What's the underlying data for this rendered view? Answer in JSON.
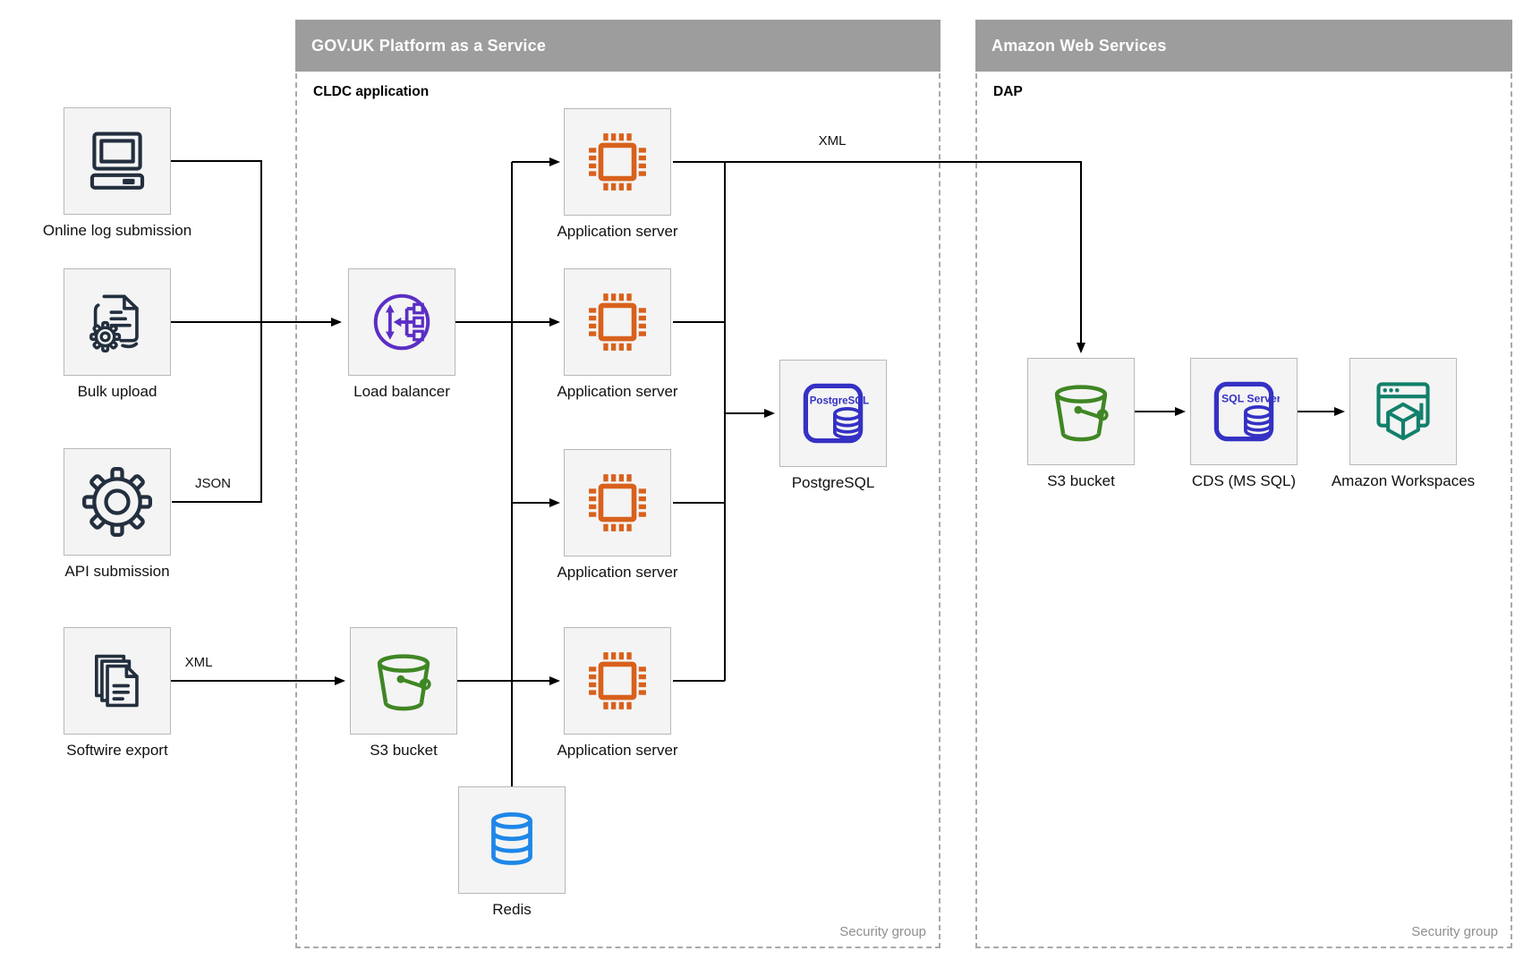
{
  "containers": {
    "paas": {
      "title": "GOV.UK Platform as a Service",
      "sublabel": "CLDC application",
      "footer": "Security group"
    },
    "aws": {
      "title": "Amazon Web Services",
      "sublabel": "DAP",
      "footer": "Security group"
    }
  },
  "nodes": {
    "online_log": {
      "label": "Online log submission",
      "icon": "desktop-computer-icon"
    },
    "bulk_upload": {
      "label": "Bulk upload",
      "icon": "document-gear-icon"
    },
    "api_submission": {
      "label": "API submission",
      "icon": "gear-icon"
    },
    "softwire_export": {
      "label": "Softwire export",
      "icon": "documents-stack-icon"
    },
    "load_balancer": {
      "label": "Load balancer",
      "icon": "load-balancer-icon"
    },
    "app_server_1": {
      "label": "Application server",
      "icon": "chip-icon"
    },
    "app_server_2": {
      "label": "Application server",
      "icon": "chip-icon"
    },
    "app_server_3": {
      "label": "Application server",
      "icon": "chip-icon"
    },
    "app_server_4": {
      "label": "Application server",
      "icon": "chip-icon"
    },
    "postgresql": {
      "label": "PostgreSQL",
      "icon_text": "PostgreSQL",
      "icon": "database-icon"
    },
    "s3_paas": {
      "label": "S3 bucket",
      "icon": "bucket-icon"
    },
    "redis": {
      "label": "Redis",
      "icon": "cylinder-database-icon"
    },
    "s3_aws": {
      "label": "S3 bucket",
      "icon": "bucket-icon"
    },
    "cds": {
      "label": "CDS (MS SQL)",
      "icon_text": "SQL Server",
      "icon": "database-icon"
    },
    "workspaces": {
      "label": "Amazon Workspaces",
      "icon": "browser-cube-icon"
    }
  },
  "edge_labels": {
    "api_json": "JSON",
    "softwire_xml": "XML",
    "appserver_xml": "XML"
  },
  "colors": {
    "header_bg": "#9d9d9d",
    "navy": "#232f3e",
    "purple": "#5b2ec5",
    "orange": "#d8611c",
    "indigo": "#3431c4",
    "green": "#3f8624",
    "blue": "#1e87e8",
    "teal": "#12806b",
    "edge": "#000000",
    "node_bg": "#f4f4f4",
    "node_border": "#b8b8b8",
    "dashed_border": "#a9a9a9",
    "muted_text": "#8f8f8f"
  }
}
